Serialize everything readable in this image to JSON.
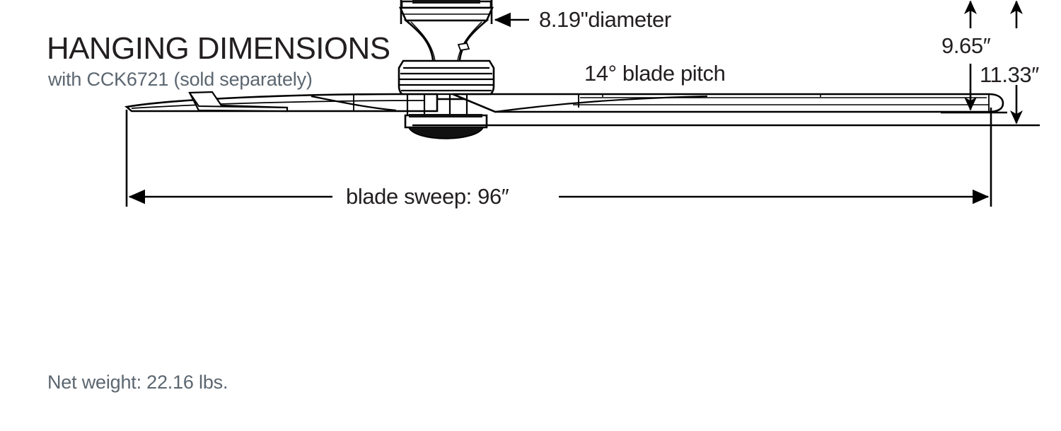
{
  "header": {
    "title": "HANGING DIMENSIONS",
    "subtitle": "with CCK6721 (sold separately)"
  },
  "footer": {
    "net_weight": "Net weight: 22.16 lbs."
  },
  "dimensions": {
    "canopy_diameter": "8.19\"diameter",
    "blade_pitch": "14° blade pitch",
    "height_to_blade": "9.65″",
    "overall_height": "11.33″",
    "blade_sweep": "blade sweep: 96″"
  },
  "colors": {
    "title": "#231f20",
    "subtitle": "#5b6670",
    "line": "#000000",
    "background": "#ffffff"
  },
  "drawing": {
    "subject": "ceiling-fan-side-elevation",
    "parts": [
      "ceiling-canopy",
      "downrod-coupler",
      "motor-housing",
      "bottom-cap",
      "left-blade",
      "right-blade"
    ]
  }
}
